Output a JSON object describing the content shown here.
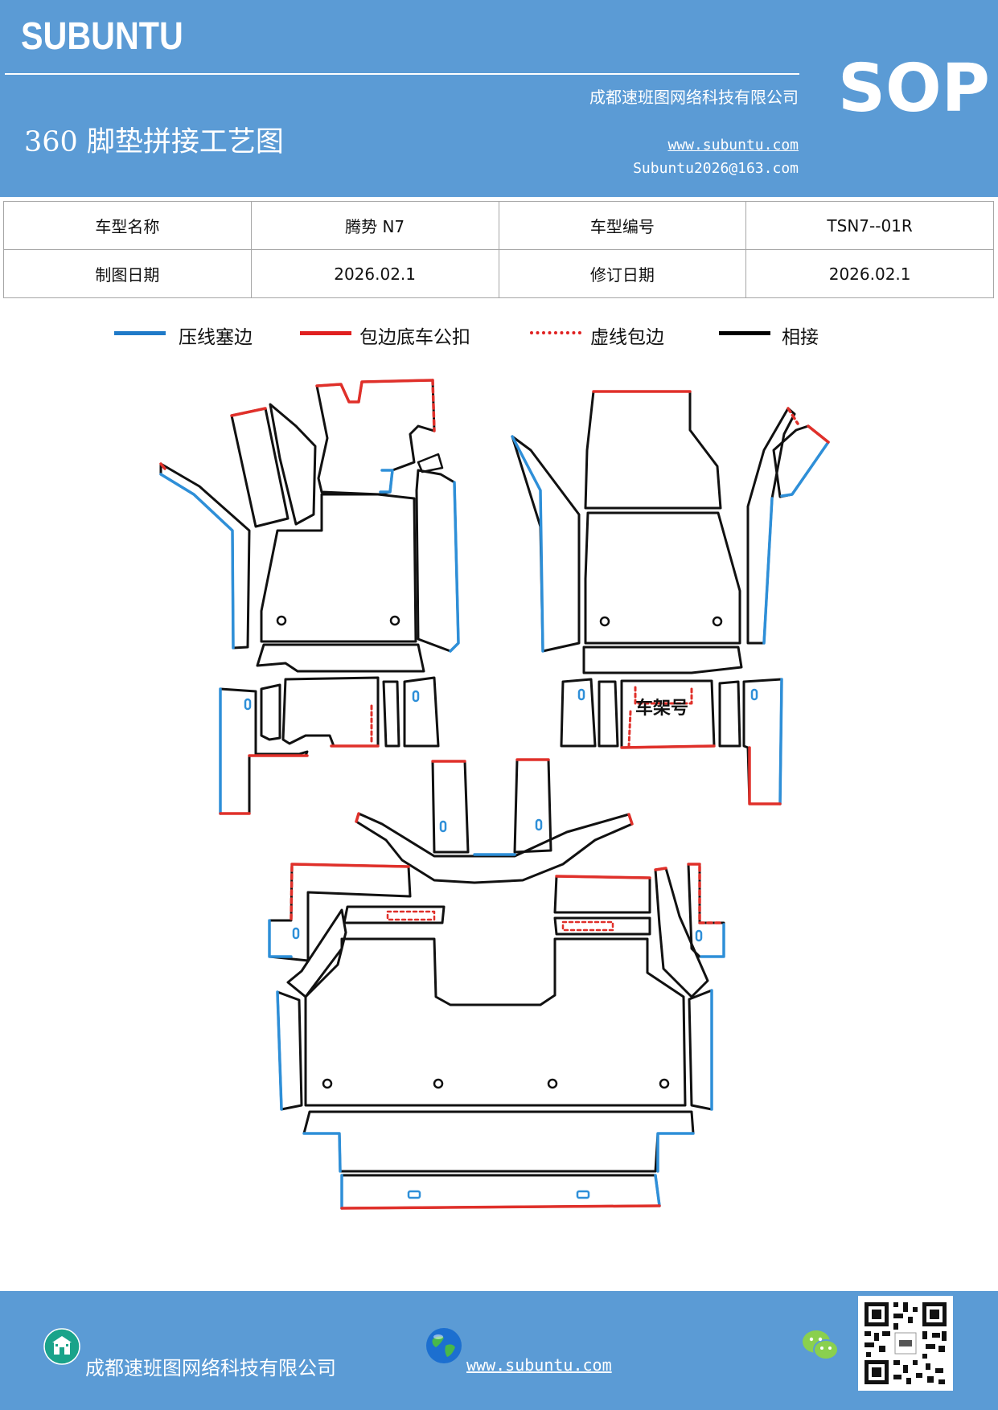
{
  "header": {
    "brand": "SUBUNTU",
    "company": "成都速班图网络科技有限公司",
    "title": "360 脚垫拼接工艺图",
    "website": "www.subuntu.com",
    "email": "Subuntu2026@163.com",
    "badge": "SOP",
    "color": "#5b9bd5"
  },
  "info_table": {
    "model_name_label": "车型名称",
    "model_name_value": "腾势 N7",
    "model_code_label": "车型编号",
    "model_code_value": "TSN7--01R",
    "draw_date_label": "制图日期",
    "draw_date_value": "2026.02.1",
    "revision_date_label": "修订日期",
    "revision_date_value": "2026.02.1"
  },
  "legend": [
    {
      "label": "压线塞边",
      "color": "#1f7ac8",
      "style": "solid"
    },
    {
      "label": "包边底车公扣",
      "color": "#e02020",
      "style": "solid"
    },
    {
      "label": "虚线包边",
      "color": "#e02020",
      "style": "dotted"
    },
    {
      "label": "相接",
      "color": "#000000",
      "style": "solid"
    }
  ],
  "diagram": {
    "frame_label": "车架号",
    "stroke_colors": {
      "black": "#111111",
      "blue": "#2e8fd8",
      "red": "#e0302a"
    }
  },
  "footer": {
    "company": "成都速班图网络科技有限公司",
    "website": "www.subuntu.com",
    "icons": [
      "building-icon",
      "globe-icon",
      "wechat-icon",
      "qr-code"
    ]
  }
}
